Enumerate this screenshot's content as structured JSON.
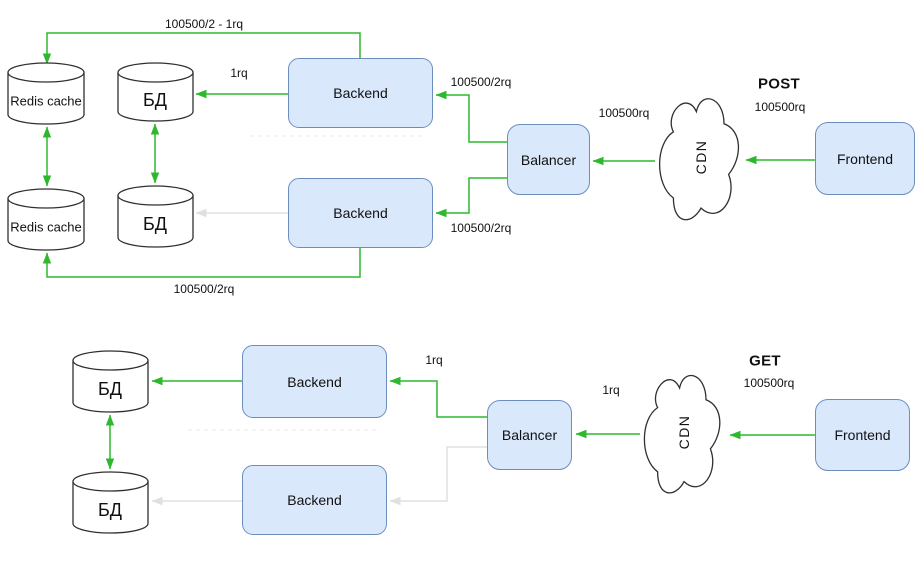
{
  "colors": {
    "node_fill": "#dae8fc",
    "node_border": "#6c8ebf",
    "arrow_green": "#2eb82e",
    "arrow_gray": "#e0e0e0",
    "shape_stroke": "#303030",
    "divider_gray": "#eaeaea",
    "text": "#000000"
  },
  "post": {
    "title": "POST",
    "total_requests": "100500rq",
    "nodes": {
      "redis_cache_1": "Redis cache",
      "redis_cache_2": "Redis cache",
      "db_1": "БД",
      "db_2": "БД",
      "backend_1": "Backend",
      "backend_2": "Backend",
      "balancer": "Balancer",
      "cdn": "CDN",
      "frontend": "Frontend"
    },
    "edge_labels": {
      "backend1_to_redis1": "100500/2 - 1rq",
      "backend1_to_db1": "1rq",
      "balancer_to_backend1": "100500/2rq",
      "balancer_to_backend2": "100500/2rq",
      "backend2_to_redis2": "100500/2rq",
      "cdn_to_balancer": "100500rq"
    }
  },
  "get": {
    "title": "GET",
    "total_requests": "100500rq",
    "nodes": {
      "db_1": "БД",
      "db_2": "БД",
      "backend_1": "Backend",
      "backend_2": "Backend",
      "balancer": "Balancer",
      "cdn": "CDN",
      "frontend": "Frontend"
    },
    "edge_labels": {
      "balancer_to_backend1": "1rq",
      "cdn_to_balancer": "1rq"
    }
  }
}
